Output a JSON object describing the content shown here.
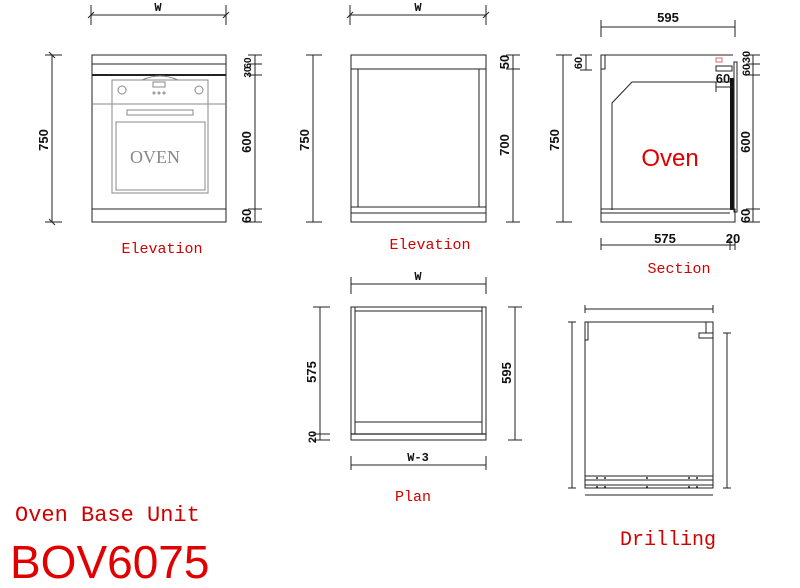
{
  "elevation_front": {
    "caption": "Elevation",
    "width_label": "W",
    "height": "750",
    "top1": "60",
    "top2": "30",
    "mid": "600",
    "bottom": "60",
    "oven_label": "OVEN"
  },
  "elevation_carcass": {
    "caption": "Elevation",
    "width_label": "W",
    "height": "750",
    "top": "50",
    "mid": "700"
  },
  "section": {
    "caption": "Section",
    "depth": "595",
    "height": "750",
    "top_left": "60",
    "top1": "30",
    "top2": "60",
    "inner": "60",
    "mid": "600",
    "bottom": "60",
    "bottom_depth": "575",
    "door": "20",
    "oven_label": "Oven"
  },
  "plan": {
    "caption": "Plan",
    "width_label": "W",
    "depth_inner": "575",
    "front": "20",
    "depth": "595",
    "bottom_width": "W-3"
  },
  "drilling": {
    "caption": "Drilling"
  },
  "product": {
    "name": "Oven Base Unit",
    "code": "BOV6075"
  }
}
